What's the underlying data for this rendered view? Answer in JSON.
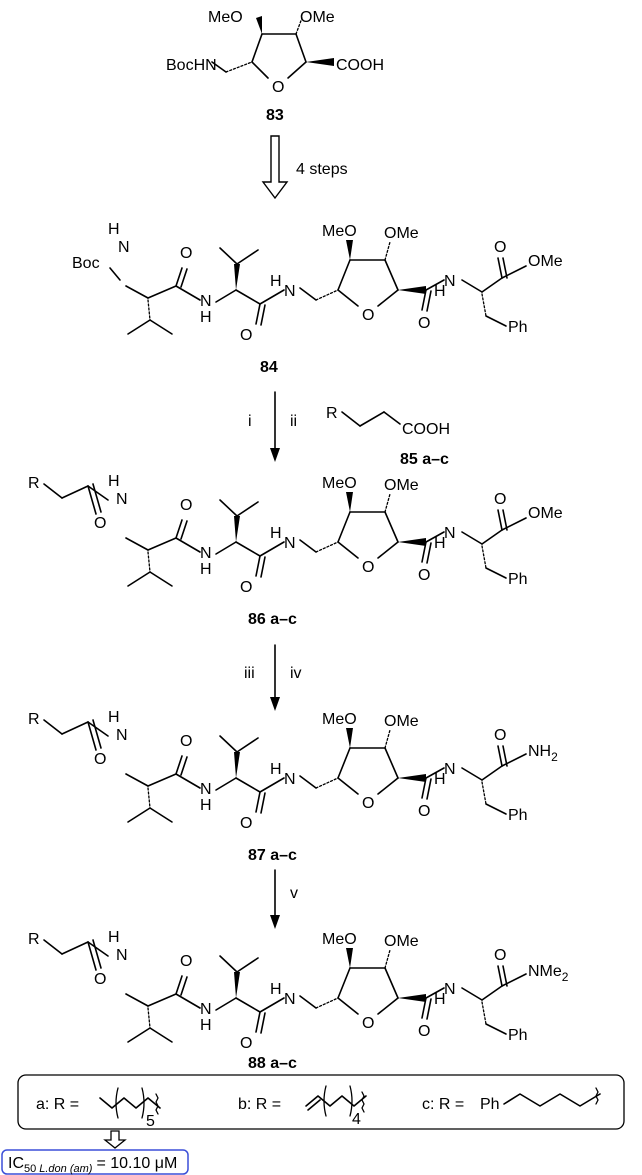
{
  "compounds": {
    "c83": "83",
    "c84": "84",
    "c85": "85 a–c",
    "c86": "86 a–c",
    "c87": "87 a–c",
    "c88": "88 a–c"
  },
  "atoms": {
    "meo": "MeO",
    "ome": "OMe",
    "o": "O",
    "n": "N",
    "h": "H",
    "bochn": "BocHN",
    "boc": "Boc",
    "cooh": "COOH",
    "ph": "Ph",
    "r": "R",
    "nh2": "NH",
    "nh2_sub": "2",
    "nme2": "NMe",
    "nme2_sub": "2"
  },
  "arrows": {
    "step1": "4 steps",
    "step2a": "i",
    "step2b": "ii",
    "step3a": "iii",
    "step3b": "iv",
    "step4": "v"
  },
  "legend": {
    "a_label": "a: R =",
    "a_sub": "5",
    "b_label": "b: R =",
    "b_sub": "4",
    "c_label": "c: R =",
    "c_ph": "Ph"
  },
  "activity": {
    "ic": "IC",
    "sub": "50",
    "species": "L.don (am)",
    "value": "= 10.10 μM"
  },
  "colors": {
    "activity_border": "#3b4fd8"
  }
}
